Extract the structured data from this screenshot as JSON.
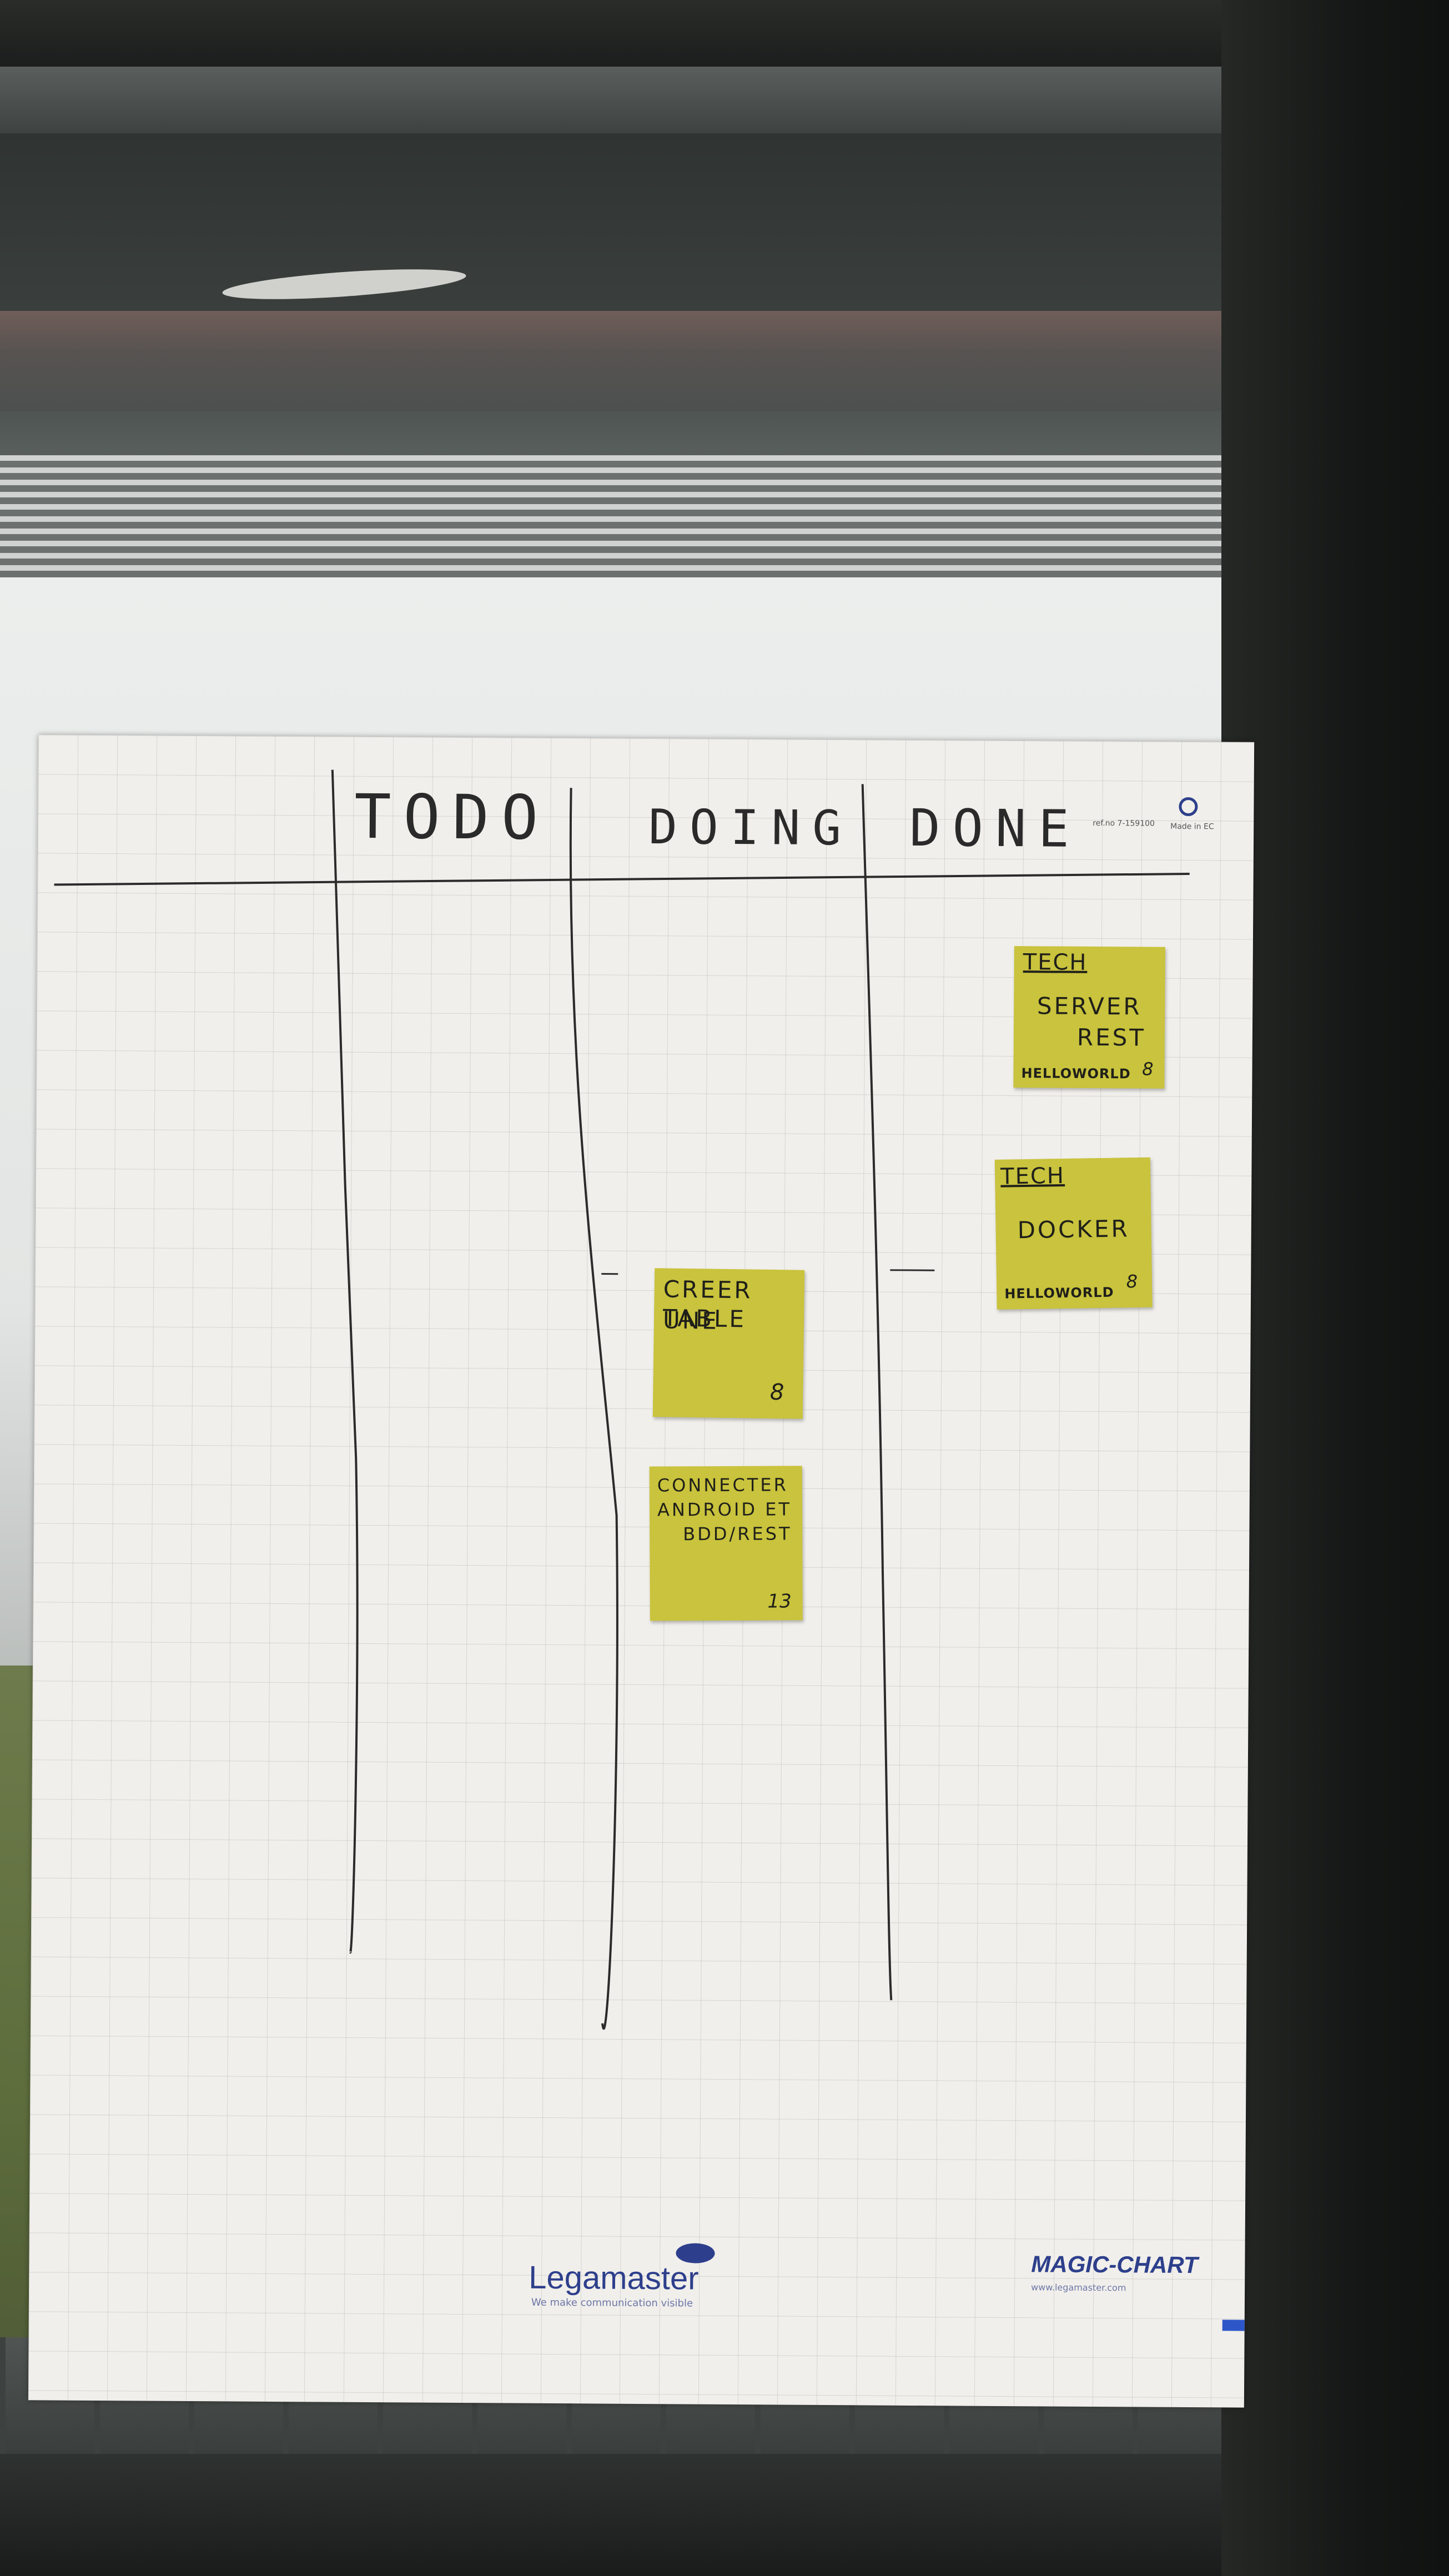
{
  "board": {
    "columns": [
      "TODO",
      "DOING",
      "DONE"
    ],
    "doing_cards": [
      {
        "title_lines": [
          "CREER UNE",
          "TABLE"
        ],
        "points": "8"
      },
      {
        "title_lines": [
          "CONNECTER",
          "ANDROID ET",
          "BDD/REST"
        ],
        "points": "13"
      }
    ],
    "done_cards": [
      {
        "tag": "TECH",
        "title_lines": [
          "SERVER",
          "REST"
        ],
        "team": "HELLOWORLD",
        "points": "8"
      },
      {
        "tag": "TECH",
        "title_lines": [
          "DOCKER"
        ],
        "team": "HELLOWORLD",
        "points": "8"
      }
    ]
  },
  "paper": {
    "brand": "Legamaster",
    "tagline": "We make communication visible",
    "product": "MAGIC-CHART",
    "product_url": "www.legamaster.com",
    "corner_code": "ref.no 7-159100",
    "made_in": "Made in EC"
  },
  "colors": {
    "sticky_note": "#c9c33d",
    "paper": "#f1efeb",
    "brand": "#2d3f8c"
  }
}
